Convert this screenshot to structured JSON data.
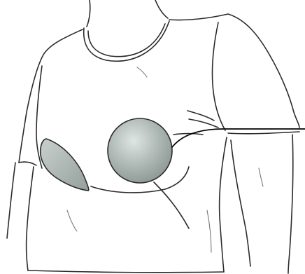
{
  "colors": {
    "background": "#ffffff",
    "line_art": "#2b2b2b",
    "line_art_light": "#6a6a6a",
    "breast_form_fill": "#aeb8b4",
    "breast_form_highlight": "#dfe6e3",
    "breast_form_shadow": "#8c9793",
    "pointer_line": "#000000"
  },
  "figure": {
    "subject": "torso-in-t-shirt-sketch",
    "parts": [
      "shirt-outline",
      "crescent-breast-form",
      "round-breast-form",
      "pointer-line"
    ]
  }
}
